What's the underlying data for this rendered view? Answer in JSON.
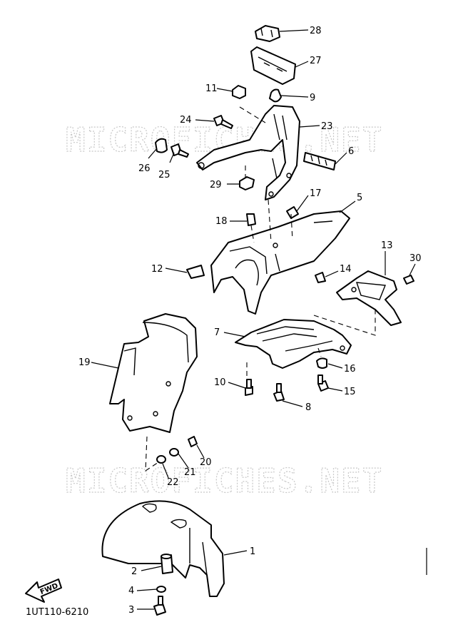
{
  "watermark": {
    "text": "MICROFICHES.NET"
  },
  "diagram_code": "1UT110-6210",
  "forward_label": "FWD",
  "callouts": [
    {
      "id": "28",
      "label": "28"
    },
    {
      "id": "27",
      "label": "27"
    },
    {
      "id": "11",
      "label": "11"
    },
    {
      "id": "9",
      "label": "9"
    },
    {
      "id": "24",
      "label": "24"
    },
    {
      "id": "23",
      "label": "23"
    },
    {
      "id": "26",
      "label": "26"
    },
    {
      "id": "25",
      "label": "25"
    },
    {
      "id": "6",
      "label": "6"
    },
    {
      "id": "29",
      "label": "29"
    },
    {
      "id": "17",
      "label": "17"
    },
    {
      "id": "5",
      "label": "5"
    },
    {
      "id": "18",
      "label": "18"
    },
    {
      "id": "13",
      "label": "13"
    },
    {
      "id": "30",
      "label": "30"
    },
    {
      "id": "12",
      "label": "12"
    },
    {
      "id": "14",
      "label": "14"
    },
    {
      "id": "7",
      "label": "7"
    },
    {
      "id": "19",
      "label": "19"
    },
    {
      "id": "16",
      "label": "16"
    },
    {
      "id": "10",
      "label": "10"
    },
    {
      "id": "15",
      "label": "15"
    },
    {
      "id": "8",
      "label": "8"
    },
    {
      "id": "20",
      "label": "20"
    },
    {
      "id": "21",
      "label": "21"
    },
    {
      "id": "22",
      "label": "22"
    },
    {
      "id": "1",
      "label": "1"
    },
    {
      "id": "2",
      "label": "2"
    },
    {
      "id": "4",
      "label": "4"
    },
    {
      "id": "3",
      "label": "3"
    }
  ]
}
